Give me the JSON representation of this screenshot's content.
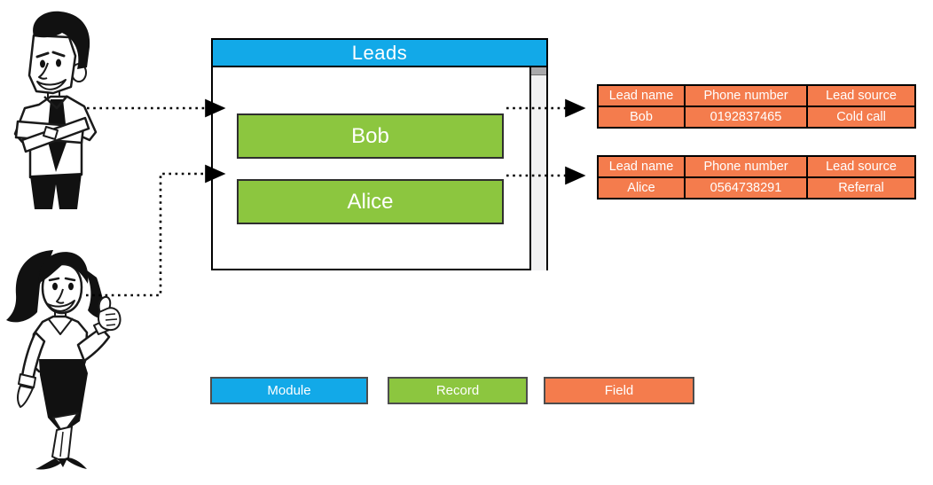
{
  "diagram": {
    "window": {
      "title": "Leads"
    },
    "records": [
      {
        "label": "Bob"
      },
      {
        "label": "Alice"
      }
    ],
    "tables": [
      {
        "headers": [
          "Lead name",
          "Phone number",
          "Lead source"
        ],
        "row": [
          "Bob",
          "0192837465",
          "Cold call"
        ]
      },
      {
        "headers": [
          "Lead name",
          "Phone number",
          "Lead source"
        ],
        "row": [
          "Alice",
          "0564738291",
          "Referral"
        ]
      }
    ],
    "legend": [
      {
        "label": "Module"
      },
      {
        "label": "Record"
      },
      {
        "label": "Field"
      }
    ],
    "colors": {
      "module_blue": "#12A9E8",
      "record_green": "#8CC63F",
      "field_orange": "#F47C4D"
    },
    "icons": {
      "man": "businessman-illustration",
      "woman": "businesswoman-illustration",
      "arrows": "dotted-arrow",
      "scrollbar": "vertical-scrollbar"
    }
  }
}
